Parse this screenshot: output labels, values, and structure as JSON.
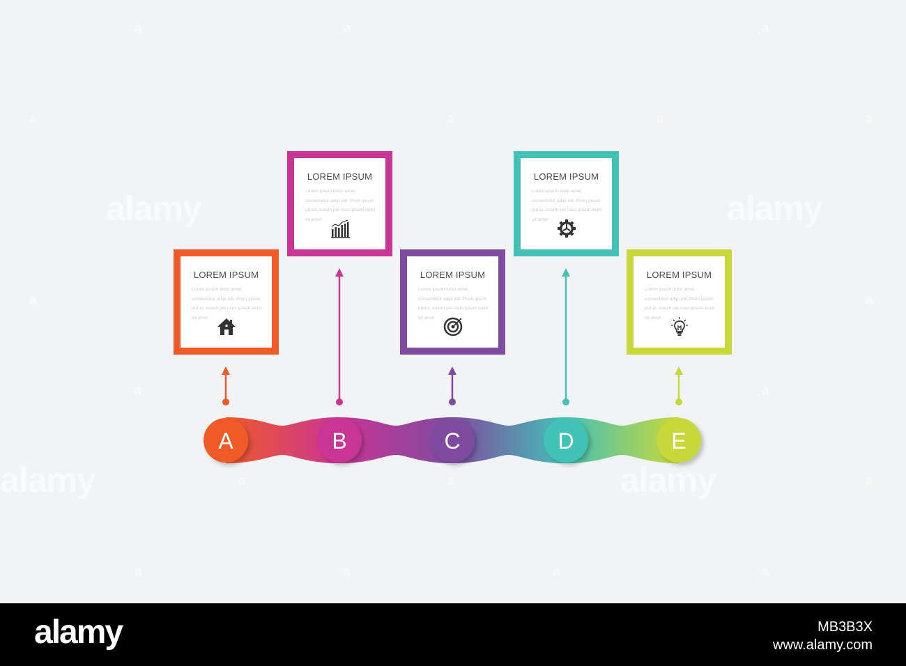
{
  "colors": {
    "orange": "#f05a28",
    "magenta": "#c93595",
    "purple": "#7f4ba0",
    "teal": "#43c1b7",
    "lime": "#c8d83a",
    "background": "#f2f3f5"
  },
  "steps": [
    {
      "letter": "A",
      "title": "LOREM IPSUM",
      "text": "Lorem ipsum dolor amet, consectetur adipi elit. Proin ipsum purus, eoium pet risus ipsum dolor sit amet",
      "icon": "house-icon",
      "color": "#f05a28"
    },
    {
      "letter": "B",
      "title": "LOREM IPSUM",
      "text": "Lorem ipsum dolor amet, consectetur adipi elit. Proin ipsum purus, eoium pet risus ipsum dolor sit amet",
      "icon": "bar-chart-icon",
      "color": "#c93595"
    },
    {
      "letter": "C",
      "title": "LOREM IPSUM",
      "text": "Lorem ipsum dolor amet, consectetur adipi elit. Proin ipsum purus, eoium pet risus ipsum dolor sit amet",
      "icon": "target-icon",
      "color": "#7f4ba0"
    },
    {
      "letter": "D",
      "title": "LOREM IPSUM",
      "text": "Lorem ipsum dolor amet, consectetur adipi elit. Proin ipsum purus, eoium pet risus ipsum dolor sit amet",
      "icon": "gear-icon",
      "color": "#43c1b7"
    },
    {
      "letter": "E",
      "title": "LOREM IPSUM",
      "text": "Lorem ipsum dolor amet, consectetur adipi elit. Proin ipsum purus, eoium pet risus ipsum dolor sit amet",
      "icon": "lightbulb-icon",
      "color": "#c8d83a"
    }
  ],
  "watermark": {
    "text": "alamy",
    "mark": "a"
  },
  "footer": {
    "logo": "alamy",
    "image_id": "MB3B3X",
    "site": "www.alamy.com"
  }
}
